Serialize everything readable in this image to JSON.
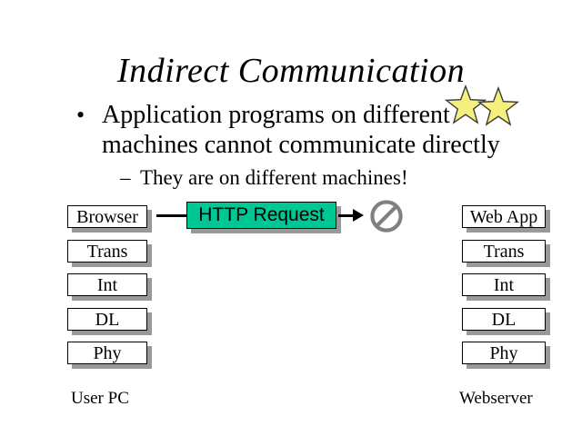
{
  "slide": {
    "title": "Indirect Communication",
    "bullets": [
      {
        "marker": "•",
        "text": "Application programs on different machines cannot communicate directly"
      },
      {
        "marker": "–",
        "text": "They are on different machines!"
      }
    ]
  },
  "diagram": {
    "left_stack": {
      "caption": "User PC",
      "layers": [
        "Browser",
        "Trans",
        "Int",
        "DL",
        "Phy"
      ]
    },
    "right_stack": {
      "caption": "Webserver",
      "layers": [
        "Web App",
        "Trans",
        "Int",
        "DL",
        "Phy"
      ]
    },
    "message": {
      "label": "HTTP Request",
      "fill_color": "#00c894"
    },
    "blocked_symbol": {
      "name": "no-entry-sign",
      "color": "#808080"
    },
    "decorations": {
      "stars": [
        {
          "name": "star-1",
          "fill_color": "#f5ef7d"
        },
        {
          "name": "star-2",
          "fill_color": "#f5ef7d"
        }
      ]
    },
    "box_style": {
      "fill_color": "#ffffff",
      "border_color": "#000000",
      "shadow_color": "#999999"
    }
  }
}
